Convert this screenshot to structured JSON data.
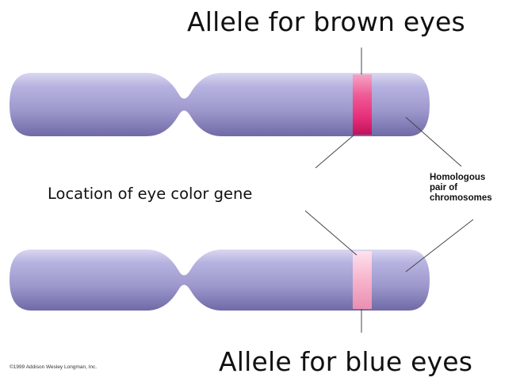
{
  "labels": {
    "top_allele": "Allele for brown eyes",
    "bottom_allele": "Allele for blue eyes",
    "gene_location": "Location of eye color gene",
    "homologous_pair": [
      "Homologous",
      "pair of",
      "chromosomes"
    ],
    "credit": "©1999 Addison Wesley Longman, Inc."
  },
  "colors": {
    "chromosome_body": "#9c98cc",
    "chromosome_dark": "#6f6aa6",
    "brown_allele_band": "#e8307a",
    "blue_allele_band": "#f7b3cc",
    "leader_line": "#444444"
  }
}
